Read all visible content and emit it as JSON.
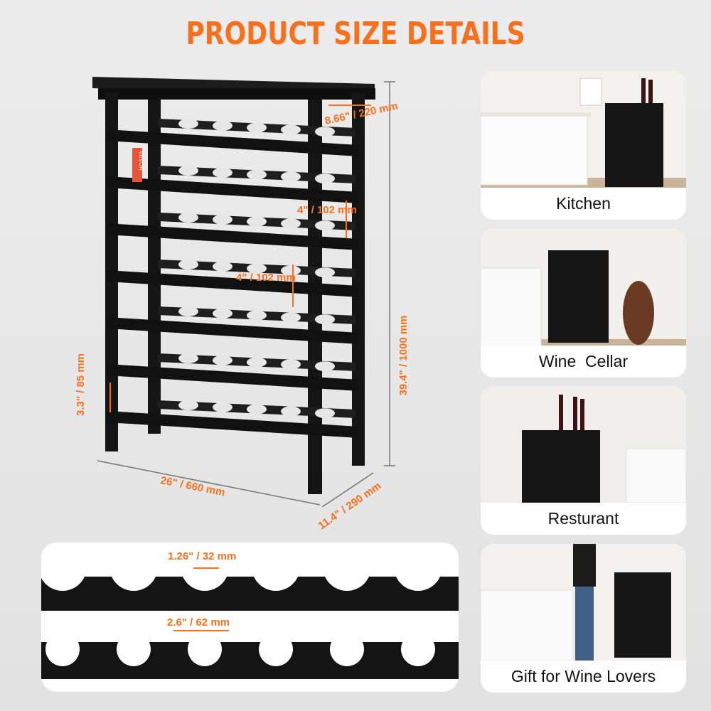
{
  "title": "PRODUCT SIZE DETAILS",
  "dimensions": {
    "depth_top": "8.66\" / 220 mm",
    "shelf_gap_1": "4\" / 102 mm",
    "shelf_gap_2": "4\" / 102 mm",
    "height": "39.4\" / 1000 mm",
    "bottom_gap": "3.3\" / 85 mm",
    "width": "26\" / 660 mm",
    "depth": "11.4\" / 290 mm",
    "slot_gap": "1.26\" / 32 mm",
    "slot_width": "2.6\" / 62 mm"
  },
  "tag_text": "VEVOR",
  "scenes": [
    {
      "label": "Kitchen"
    },
    {
      "label": "Wine  Cellar"
    },
    {
      "label": "Resturant"
    },
    {
      "label": "Gift for Wine Lovers"
    }
  ],
  "colors": {
    "accent": "#f5711d",
    "rack": "#141414"
  }
}
